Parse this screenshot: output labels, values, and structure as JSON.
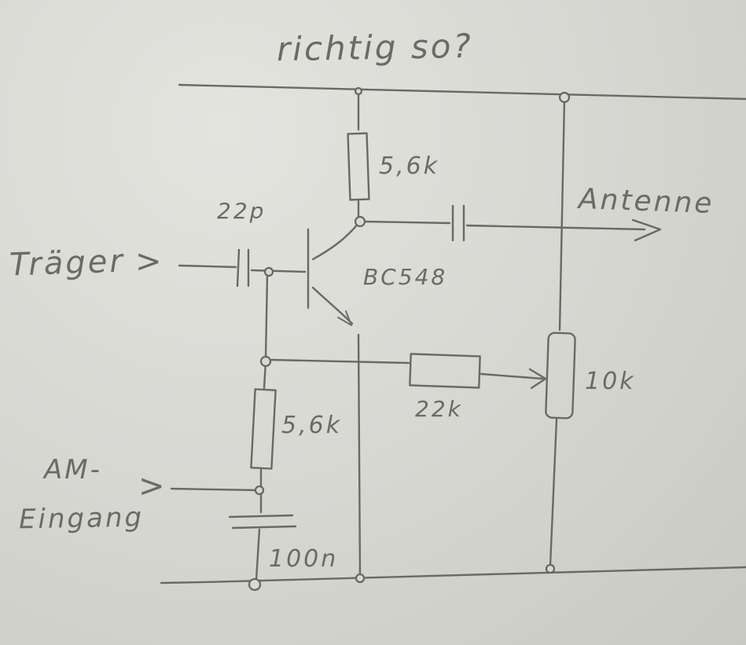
{
  "labels": {
    "title": "richtig so?",
    "traeger": "Träger",
    "cap_22p": "22p",
    "res_top": "5,6k",
    "transistor": "BC548",
    "antenne": "Antenne",
    "res_22k": "22k",
    "pot_10k": "10k",
    "res_bottom": "5,6k",
    "am_1": "AM-",
    "am_2": "Eingang",
    "cap_100n": "100n"
  },
  "colors": {
    "paper": "#d8d8d3",
    "ink": "#6a6a64"
  }
}
